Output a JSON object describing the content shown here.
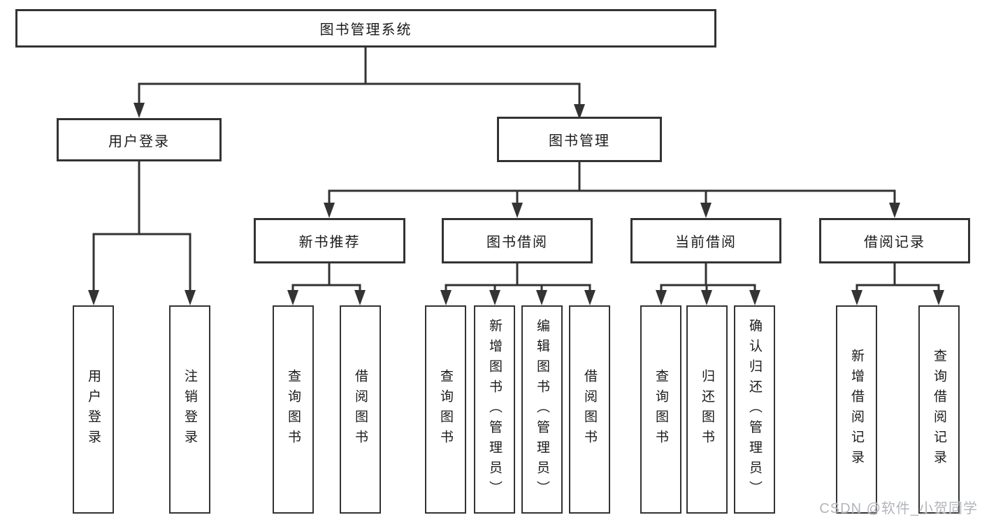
{
  "diagram": {
    "root": "图书管理系统",
    "level2": {
      "user_login": "用户登录",
      "book_mgmt": "图书管理"
    },
    "level3": {
      "new_books": "新书推荐",
      "book_borrow": "图书借阅",
      "current_borrow": "当前借阅",
      "borrow_records": "借阅记录"
    },
    "leaves": {
      "user_login_1": "用户登录",
      "user_login_2": "注销登录",
      "new_books_1": "查询图书",
      "new_books_2": "借阅图书",
      "book_borrow_1": "查询图书",
      "book_borrow_2": "新增图书（管理员）",
      "book_borrow_3": "编辑图书（管理员）",
      "book_borrow_4": "借阅图书",
      "current_borrow_1": "查询图书",
      "current_borrow_2": "归还图书",
      "current_borrow_3": "确认归还（管理员）",
      "borrow_records_1": "新增借阅记录",
      "borrow_records_2": "查询借阅记录"
    },
    "watermark": "CSDN @软件_小贺同学"
  },
  "colors": {
    "line": "#333333",
    "box_border": "#333333",
    "text": "#1b1b1b",
    "background": "#ffffff",
    "watermark": "#b2b5ba"
  }
}
